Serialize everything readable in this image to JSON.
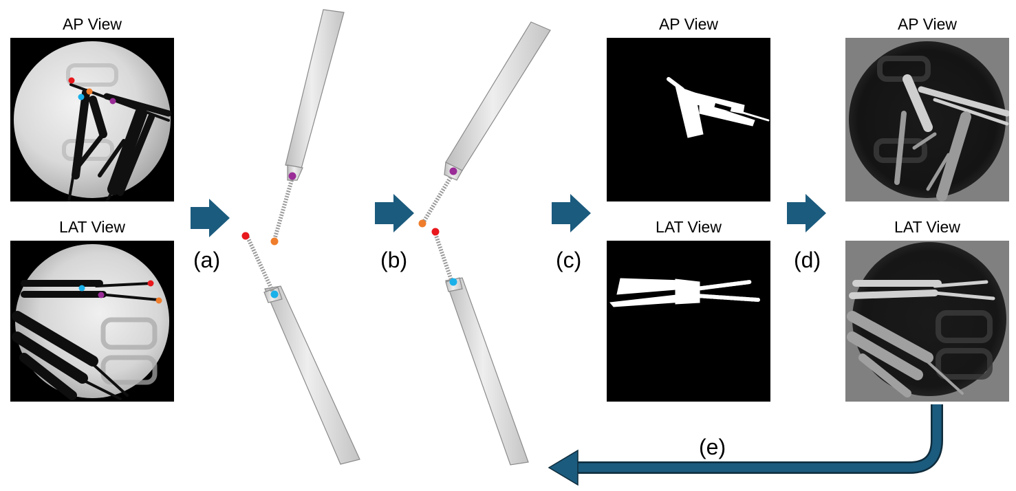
{
  "figure": {
    "input_views": {
      "ap_title": "AP View",
      "lat_title": "LAT View"
    },
    "binary_mask_views": {
      "ap_title": "AP View",
      "lat_title": "LAT View"
    },
    "drr_views": {
      "ap_title": "AP View",
      "lat_title": "LAT View"
    },
    "steps": {
      "a": "(a)",
      "b": "(b)",
      "c": "(c)",
      "d": "(d)",
      "e": "(e)"
    },
    "colors": {
      "arrow": "#1b5b7e",
      "keypoint_red": "#e8181d",
      "keypoint_orange": "#ef7d2c",
      "keypoint_blue": "#1ab1ea",
      "keypoint_purple": "#9a2c98",
      "implant_gray": "#dedede",
      "fluoro_background": "#000000",
      "drr_background": "#808080"
    }
  }
}
